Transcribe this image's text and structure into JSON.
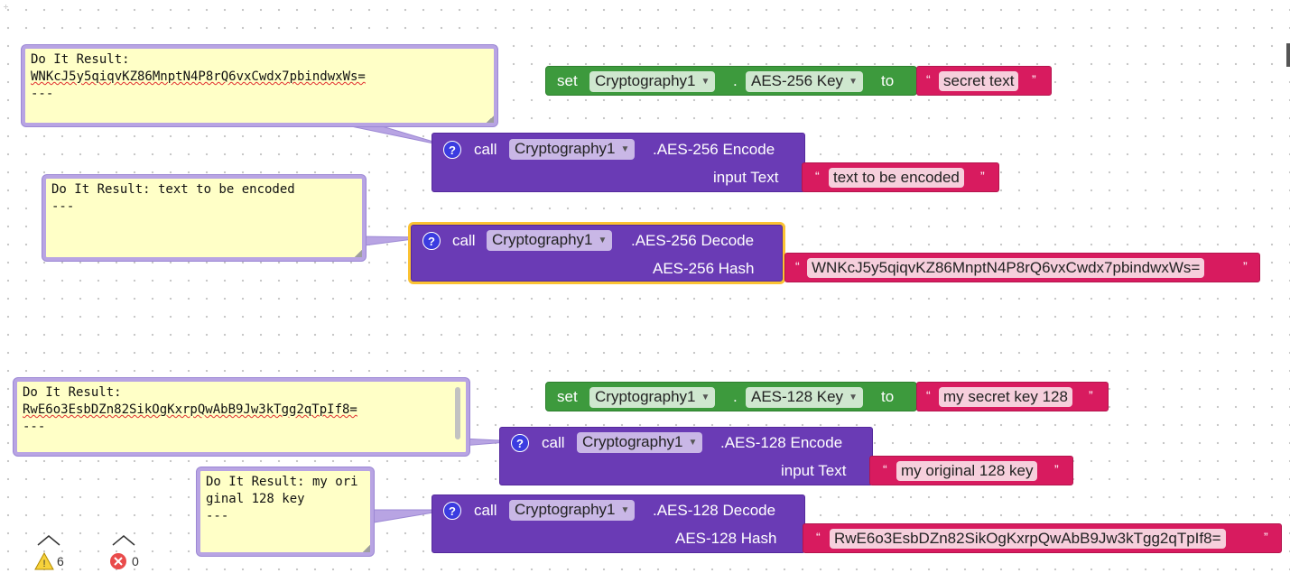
{
  "workspace": {
    "comments": [
      {
        "prefix": "Do It Result:",
        "value": "WNKcJ5y5qiqvKZ86MnptN4P8rQ6vxCwdx7pbindwxWs=",
        "suffix": "---"
      },
      {
        "prefix": "Do It Result: text to be encoded",
        "suffix": "---"
      },
      {
        "prefix": "Do It Result:",
        "value": "RwE6o3EsbDZn82SikOgKxrpQwAbB9Jw3kTgg2qTpIf8=",
        "suffix": "---"
      },
      {
        "prefix": "Do It Result: my original 128 key",
        "suffix": "---"
      }
    ],
    "blocks": {
      "set1": {
        "set": "set",
        "component": "Cryptography1",
        "property": "AES-256 Key",
        "dot": ".",
        "to": "to",
        "value": "secret text"
      },
      "encode256": {
        "call": "call",
        "component": "Cryptography1",
        "method": ".AES-256 Encode",
        "param": "input Text",
        "value": "text to be encoded"
      },
      "decode256": {
        "call": "call",
        "component": "Cryptography1",
        "method": ".AES-256 Decode",
        "param": "AES-256 Hash",
        "value": "WNKcJ5y5qiqvKZ86MnptN4P8rQ6vxCwdx7pbindwxWs="
      },
      "set2": {
        "set": "set",
        "component": "Cryptography1",
        "property": "AES-128 Key",
        "dot": ".",
        "to": "to",
        "value": "my secret key 128"
      },
      "encode128": {
        "call": "call",
        "component": "Cryptography1",
        "method": ".AES-128 Encode",
        "param": "input Text",
        "value": "my original 128 key"
      },
      "decode128": {
        "call": "call",
        "component": "Cryptography1",
        "method": ".AES-128 Decode",
        "param": "AES-128 Hash",
        "value": "RwE6o3EsbDZn82SikOgKxrpQwAbB9Jw3kTgg2qTpIf8="
      }
    },
    "quote_open": "“",
    "quote_close": "”",
    "help_glyph": "?",
    "caret": "▼"
  },
  "status": {
    "warnings": "6",
    "errors": "0",
    "warning_icon": "warning-triangle-icon",
    "error_icon": "error-x-icon"
  },
  "colors": {
    "set_block": "#3d9a3d",
    "call_block": "#6a3bb5",
    "text_block": "#d81b5f",
    "comment_bg": "#ffffc7",
    "selection": "#fbc232"
  }
}
